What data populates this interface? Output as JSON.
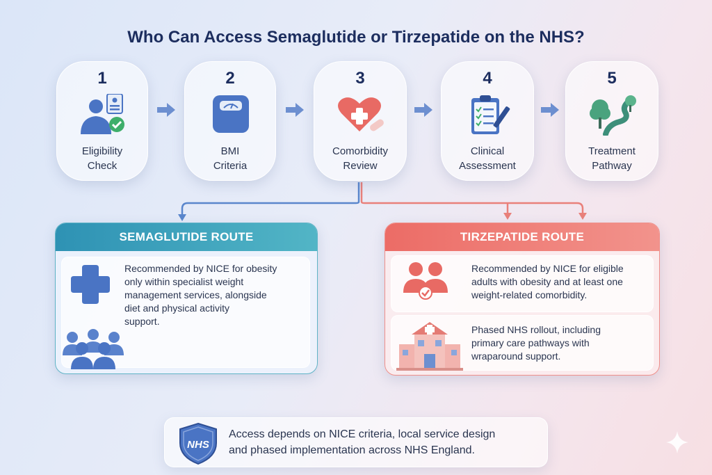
{
  "title": "Who Can Access Semaglutide or Tirzepatide on the NHS?",
  "steps": [
    {
      "number": "1",
      "label_line1": "Eligibility",
      "label_line2": "Check",
      "icon": "user-check-icon"
    },
    {
      "number": "2",
      "label_line1": "BMI",
      "label_line2": "Criteria",
      "icon": "scale-icon"
    },
    {
      "number": "3",
      "label_line1": "Comorbidity",
      "label_line2": "Review",
      "icon": "heart-medical-icon"
    },
    {
      "number": "4",
      "label_line1": "Clinical",
      "label_line2": "Assessment",
      "icon": "clipboard-icon"
    },
    {
      "number": "5",
      "label_line1": "Treatment",
      "label_line2": "Pathway",
      "icon": "path-trees-icon"
    }
  ],
  "semaglutide": {
    "heading": "SEMAGLUTIDE ROUTE",
    "text": [
      "Recommended by NICE for obesity",
      "only within specialist weight",
      "management services, alongside",
      "diet and physical activity",
      "support."
    ]
  },
  "tirzepatide": {
    "heading": "TIRZEPATIDE ROUTE",
    "text1": [
      "Recommended by NICE for eligible",
      "adults with obesity and at least one",
      "weight-related comorbidity."
    ],
    "text2": [
      "Phased NHS rollout, including",
      "primary care pathways with",
      "wraparound support."
    ]
  },
  "footer": {
    "badge": "NHS",
    "text": [
      "Access depends on NICE criteria, local service design",
      "and phased implementation across NHS England."
    ]
  },
  "colors": {
    "title": "#1c2d5e",
    "semaglutide": "#2e92b4",
    "tirzepatide": "#ec6c66",
    "icon_blue": "#4a74c4",
    "icon_coral": "#e86a64"
  }
}
